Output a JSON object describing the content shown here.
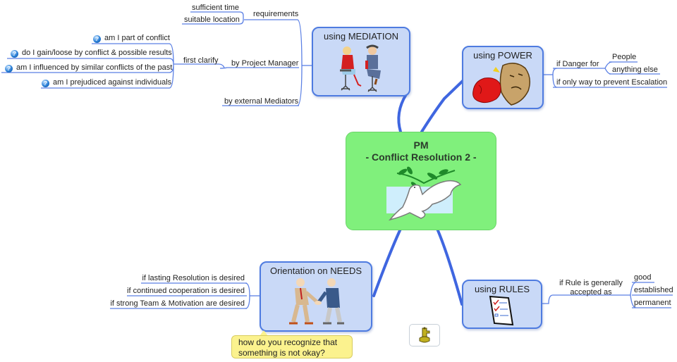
{
  "central": {
    "line1": "PM",
    "line2": "- Conflict Resolution 2 -",
    "image": "peace-dove-with-olive-branch"
  },
  "topics": {
    "mediation": {
      "title": "using MEDIATION",
      "image": "two-people-in-chairs",
      "branches": {
        "requirements": {
          "label": "requirements",
          "children": [
            "sufficient time",
            "suitable location"
          ]
        },
        "project_manager": {
          "label": "by Project Manager",
          "first_clarify": {
            "label": "first clarify",
            "children": [
              {
                "label": "am I part of conflict",
                "icon": "question-icon"
              },
              {
                "label": "do I gain/loose by conflict & possible results",
                "icon": "question-icon"
              },
              {
                "label": "am I influenced by similar conflicts of the past",
                "icon": "question-icon"
              },
              {
                "label": "am I prejudiced against individuals",
                "icon": "question-icon"
              }
            ]
          }
        },
        "external": {
          "label": "by external Mediators"
        }
      }
    },
    "power": {
      "title": "using POWER",
      "image": "boxing-glove-punch",
      "branches": {
        "danger": {
          "label": "if Danger for",
          "children": [
            "People",
            "anything else"
          ]
        },
        "escalation": {
          "label": "if only way to prevent Escalation"
        }
      }
    },
    "needs": {
      "title": "Orientation on NEEDS",
      "image": "handshake",
      "branches": [
        "if lasting Resolution is desired",
        "if continued cooperation is desired",
        "if strong Team & Motivation are desired"
      ],
      "callout": "how do you recognize that something is not okay?"
    },
    "rules": {
      "title": "using RULES",
      "image": "checklist",
      "branches": {
        "accepted": {
          "label_line1": "if Rule is generally",
          "label_line2": "accepted as",
          "children": [
            "good",
            "established",
            "permanent"
          ]
        }
      }
    }
  },
  "floating_node": {
    "image": "justice-statue"
  },
  "colors": {
    "central_fill": "#80f07c",
    "topic_fill": "#c9d9f7",
    "topic_border": "#4e7be0",
    "connector": "#3f66e0",
    "callout_fill": "#fbf28e"
  }
}
